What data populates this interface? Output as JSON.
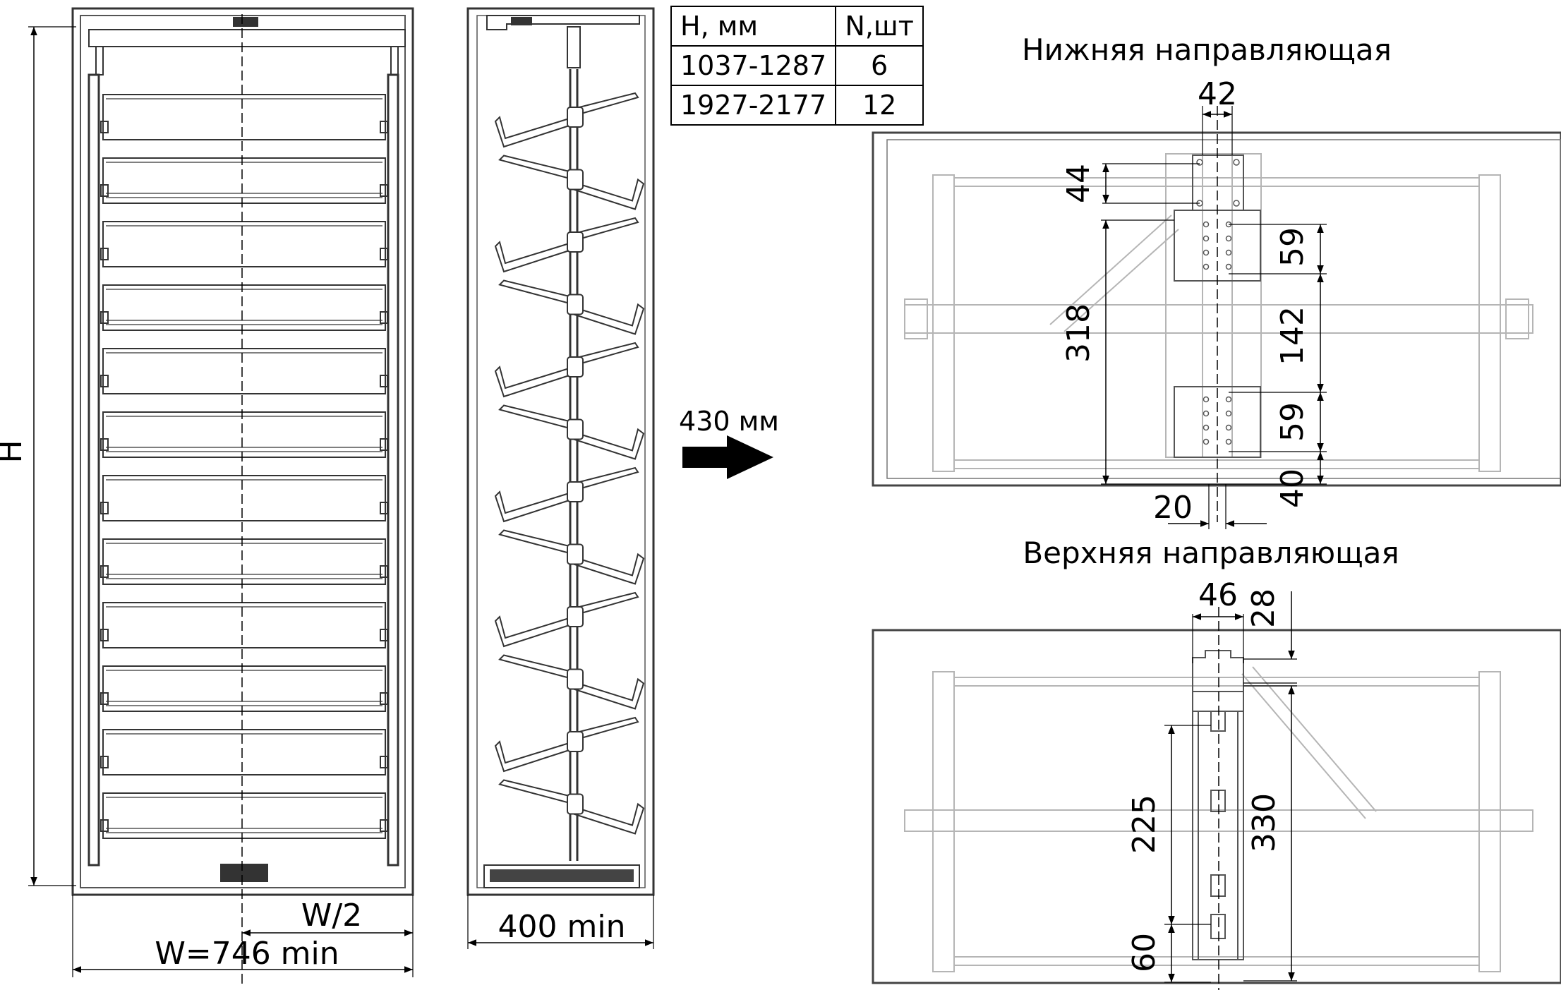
{
  "table": {
    "header": {
      "h": "H, мм",
      "n": "N,шт"
    },
    "rows": [
      {
        "h": "1037-1287",
        "n": "6"
      },
      {
        "h": "1927-2177",
        "n": "12"
      }
    ]
  },
  "front_view": {
    "height_label": "H",
    "half_width_label": "W/2",
    "width_label": "W=746 min"
  },
  "side_view": {
    "depth_label": "400 min"
  },
  "arrow_label": "430 мм",
  "lower_rail": {
    "title": "Нижняя направляющая",
    "dims": {
      "d42": "42",
      "d44": "44",
      "d59a": "59",
      "d318": "318",
      "d142": "142",
      "d59b": "59",
      "d40": "40",
      "d20": "20"
    }
  },
  "upper_rail": {
    "title": "Верхняя направляющая",
    "dims": {
      "d46": "46",
      "d28": "28",
      "d225": "225",
      "d330": "330",
      "d60": "60"
    }
  },
  "colors": {
    "line": "#000000",
    "light_line": "#b5b5b5",
    "frame": "#3a3a3a"
  }
}
